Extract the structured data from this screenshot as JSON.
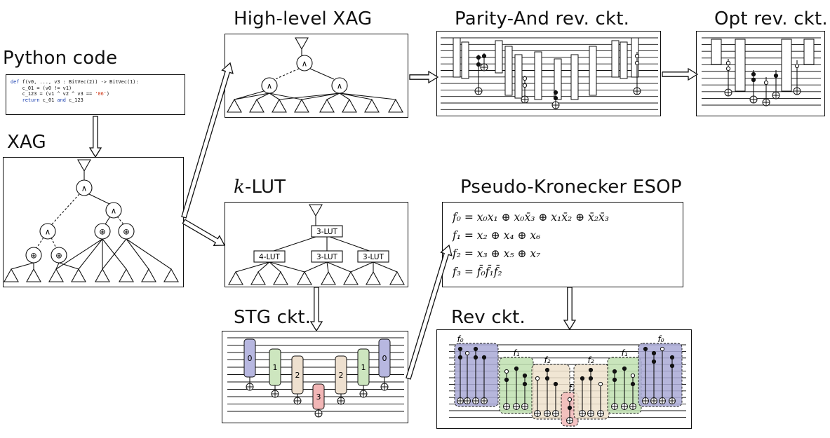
{
  "labels": {
    "python_code": "Python code",
    "xag": "XAG",
    "high_level_xag": "High-level XAG",
    "parity_and": "Parity-And rev. ckt.",
    "opt_rev": "Opt rev. ckt.",
    "k_lut_k": "k",
    "k_lut_rest": "-LUT",
    "pseudo_kronecker": "Pseudo-Kronecker ESOP",
    "stg_ckt": "STG ckt.",
    "rev_ckt": "Rev ckt."
  },
  "code": {
    "line1_kw": "def",
    "line1_rest": " f(v0, ..., v3 : BitVec(2)) -> BitVec(1):",
    "line2": "    c_01 = (v0 != v1)",
    "line3_a": "    c_123 = (v1 ^ v2 ^ v3 == ",
    "line3_str": "'06'",
    "line3_b": ")",
    "line4_kw": "    return",
    "line4_a": " c_01 ",
    "line4_kw2": "and",
    "line4_b": " c_123"
  },
  "gates": {
    "and": "∧",
    "xor": "⊕"
  },
  "luts": {
    "top": "3-LUT",
    "left": "4-LUT",
    "mid": "3-LUT",
    "right": "3-LUT"
  },
  "stg_blocks": [
    "0",
    "1",
    "2",
    "3",
    "2",
    "1",
    "0"
  ],
  "esop": {
    "f0": "f₀ = x₀x₁ ⊕ x₀x̄₃ ⊕ x₁x̄₂ ⊕ x̄₂x̄₃",
    "f1": "f₁ = x₂ ⊕ x₄ ⊕ x₆",
    "f2": "f₂ = x₃ ⊕ x₅ ⊕ x₇",
    "f3": "f₃ = f̄₀f̄₁f̄₂"
  },
  "rev_groups": [
    "f₀",
    "f₁",
    "f₂",
    "f₃",
    "f₂",
    "f₁",
    "f₀"
  ],
  "colors": {
    "f0": "#a9a9d6",
    "f1": "#bfe0b0",
    "f2": "#efe2cc",
    "f3": "#f2b8b8",
    "stg0": "#b7b7e0",
    "stg1": "#cde6bf",
    "stg2": "#eee0cf",
    "stg3": "#f2b6b6",
    "code_keyword": "#1a3fb0",
    "code_string": "#d03a1a"
  }
}
